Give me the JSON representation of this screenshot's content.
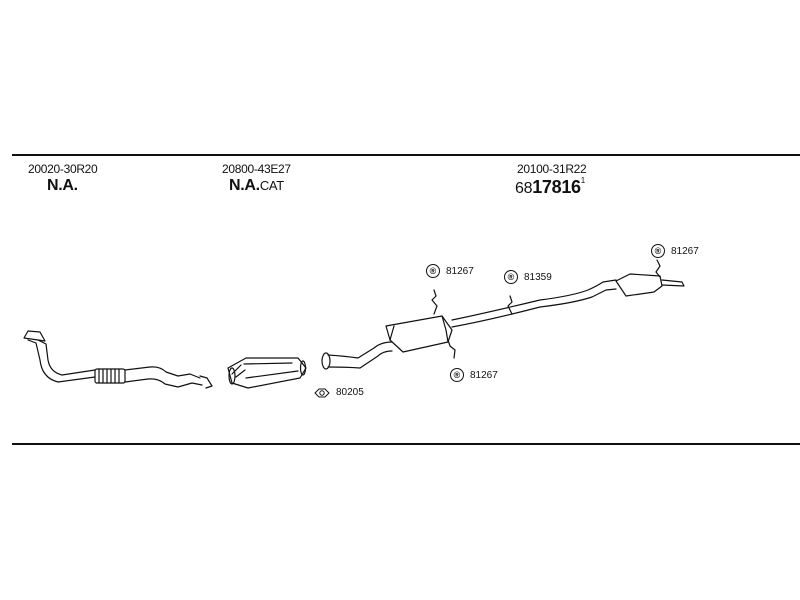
{
  "columns": [
    {
      "part_number": "20020-30R20",
      "description": "N.A.",
      "description_suffix": ""
    },
    {
      "part_number": "20800-43E27",
      "description": "N.A.",
      "description_suffix": "CAT"
    },
    {
      "part_number": "20100-31R22",
      "ref_prefix": "68",
      "ref_main": "17816",
      "ref_sup": "1"
    }
  ],
  "callouts": {
    "hanger_front_top": {
      "icon": "hanger-icon",
      "badge": "®",
      "code": "81267"
    },
    "hanger_mid": {
      "icon": "hanger-icon",
      "badge": "®",
      "code": "81359"
    },
    "hanger_rear": {
      "icon": "hanger-icon",
      "badge": "®",
      "code": "81267"
    },
    "hanger_front_bottom": {
      "icon": "hanger-icon",
      "badge": "®",
      "code": "81267"
    },
    "gasket": {
      "icon": "gasket-icon",
      "code": "80205"
    }
  },
  "colors": {
    "line": "#111111",
    "background": "#ffffff"
  }
}
